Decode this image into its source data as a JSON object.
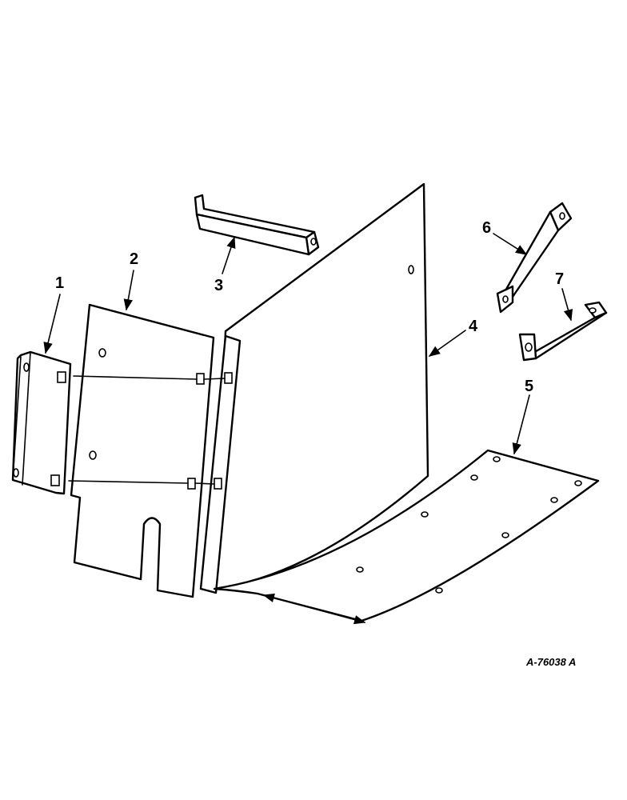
{
  "figure": {
    "callouts": [
      {
        "id": "1",
        "label": "1"
      },
      {
        "id": "2",
        "label": "2"
      },
      {
        "id": "3",
        "label": "3"
      },
      {
        "id": "4",
        "label": "4"
      },
      {
        "id": "5",
        "label": "5"
      },
      {
        "id": "6",
        "label": "6"
      },
      {
        "id": "7",
        "label": "7"
      }
    ],
    "reference_number": "A-76038 A"
  }
}
